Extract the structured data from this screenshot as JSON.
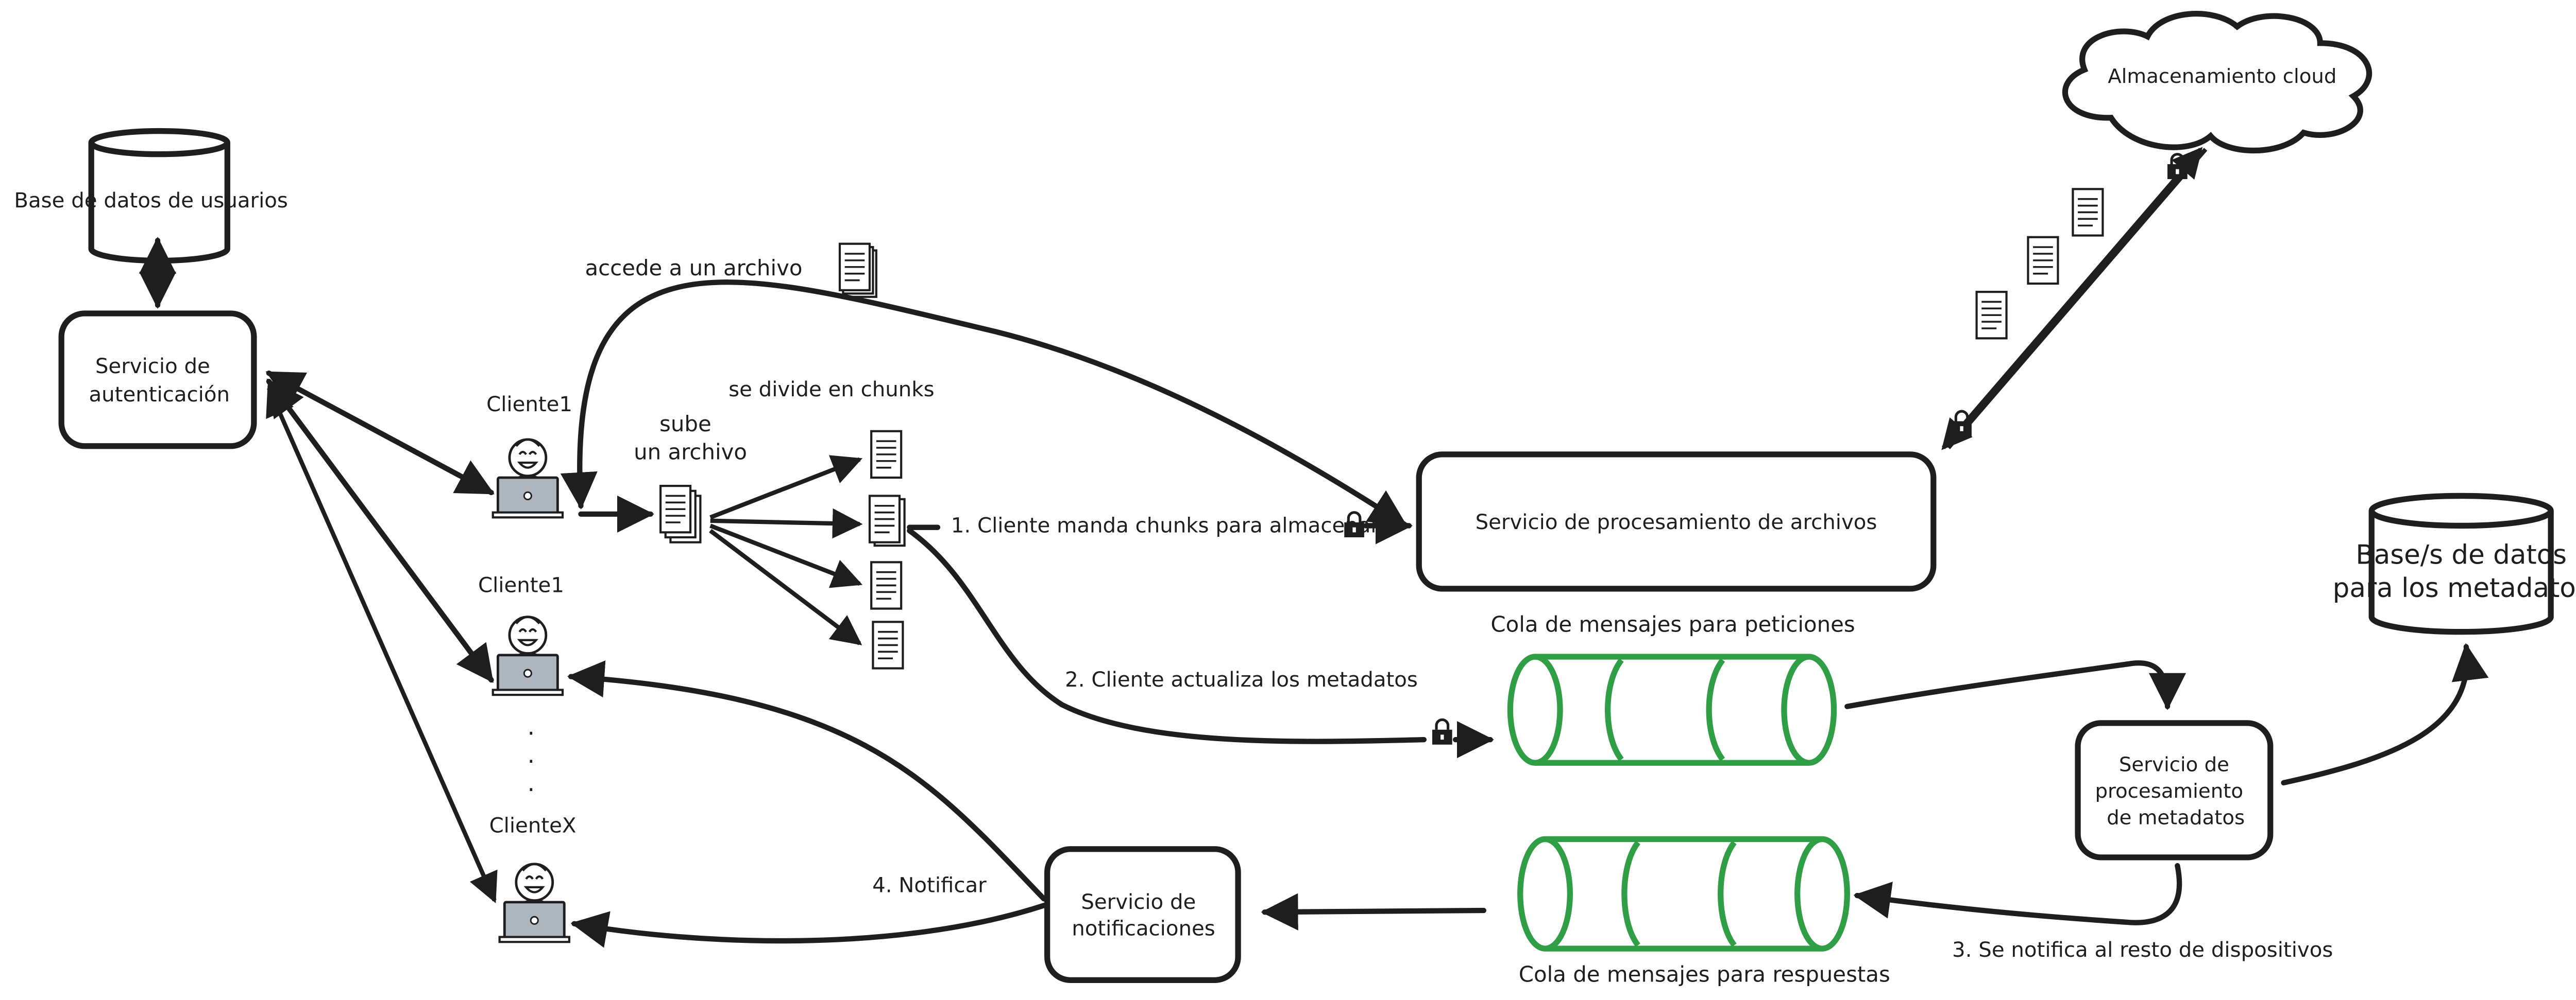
{
  "databases": {
    "users": "Base de datos de usuarios",
    "metadata_line1": "Base/s de datos",
    "metadata_line2": "para los metadatos"
  },
  "services": {
    "auth_line1": "Servicio de",
    "auth_line2": "autenticación",
    "files": "Servicio de procesamiento de archivos",
    "metadata_line1": "Servicio de",
    "metadata_line2": "procesamiento",
    "metadata_line3": "de metadatos",
    "notif_line1": "Servicio de",
    "notif_line2": "notificaciones"
  },
  "cloud": "Almacenamiento cloud",
  "clients": {
    "client1": "Cliente1",
    "client2": "Cliente1",
    "clientx": "ClienteX",
    "ellipsis": "·"
  },
  "labels": {
    "access_file": "accede a un archivo",
    "upload_line1": "sube",
    "upload_line2": "un archivo",
    "split_chunks": "se divide en chunks",
    "step1": "1. Cliente manda chunks para almacenar",
    "step2": "2. Cliente actualiza los metadatos",
    "step3": "3. Se notifica al resto de dispositivos",
    "step4": "4. Notificar"
  },
  "queues": {
    "requests": "Cola de mensajes para peticiones",
    "responses": "Cola de mensajes para respuestas"
  },
  "colors": {
    "stroke": "#1e1e1e",
    "queue": "#2f9e44",
    "person": "#4263eb",
    "laptop": "#adb5bd"
  },
  "icons": [
    "document-icon",
    "lock-icon",
    "person-laptop-icon",
    "cloud-icon",
    "database-icon",
    "queue-icon"
  ]
}
